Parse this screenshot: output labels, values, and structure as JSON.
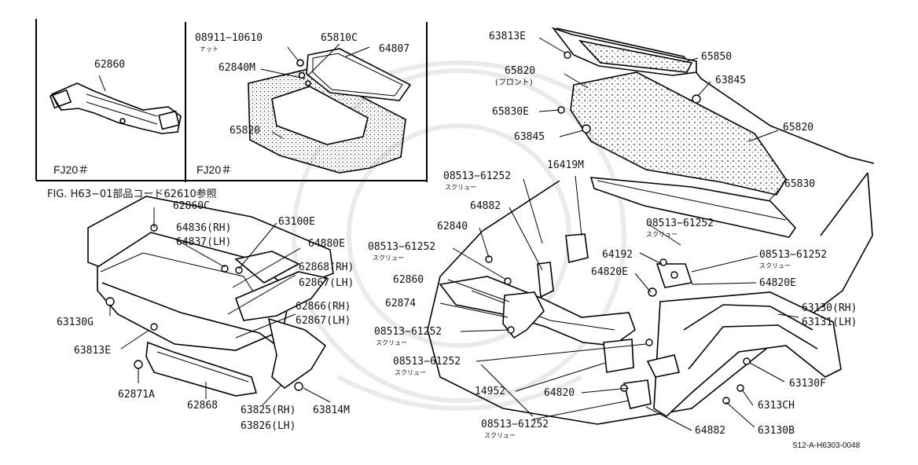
{
  "inset_left": {
    "part": "62860",
    "variant": "FJ20＃"
  },
  "inset_right": {
    "variant": "FJ20＃",
    "nut_code": "08911−10610",
    "nut_note": "ナット",
    "parts": [
      "65810C",
      "64807",
      "62840M",
      "65820"
    ]
  },
  "figure_ref": "FIG. H63−01部品コード62610参照",
  "doc_code": "S12-A-H6303-0048",
  "screw_note": "スクリュー",
  "front_note": "(フロント)",
  "labels": {
    "l_63813E_top": "63813E",
    "l_65850": "65850",
    "l_65820_front": "65820",
    "l_63845_a": "63845",
    "l_65830E": "65830E",
    "l_63845_b": "63845",
    "l_65820_b": "65820",
    "l_65830": "65830",
    "l_16419M": "16419M",
    "l_08513_a": "08513−61252",
    "l_64882_a": "64882",
    "l_62840": "62840",
    "l_08513_b": "08513−61252",
    "l_08513_c": "08513−61252",
    "l_08513_d": "08513−61252",
    "l_64192": "64192",
    "l_64820E_a": "64820E",
    "l_64820E_b": "64820E",
    "l_62860": "62860",
    "l_62874": "62874",
    "l_08513_e": "08513−61252",
    "l_08513_f": "08513−61252",
    "l_63130RH": "63130(RH)",
    "l_63131LH": "63131(LH)",
    "l_63130F": "63130F",
    "l_14952": "14952",
    "l_64820": "64820",
    "l_6313CH": "6313CH",
    "l_08513_g": "08513−61252",
    "l_64882_b": "64882",
    "l_63130B": "63130B",
    "l_62860C": "62860C",
    "l_63100E": "63100E",
    "l_64836RH": "64836(RH)",
    "l_64837LH": "64837(LH)",
    "l_64880E": "64880E",
    "l_62868RH": "62868(RH)",
    "l_62867LH_a": "62867(LH)",
    "l_62866RH": "62866(RH)",
    "l_62867LH_b": "62867(LH)",
    "l_63130G": "63130G",
    "l_63813E_b": "63813E",
    "l_62871A": "62871A",
    "l_62868": "62868",
    "l_63825RH": "63825(RH)",
    "l_63826LH": "63826(LH)",
    "l_63814M": "63814M"
  }
}
